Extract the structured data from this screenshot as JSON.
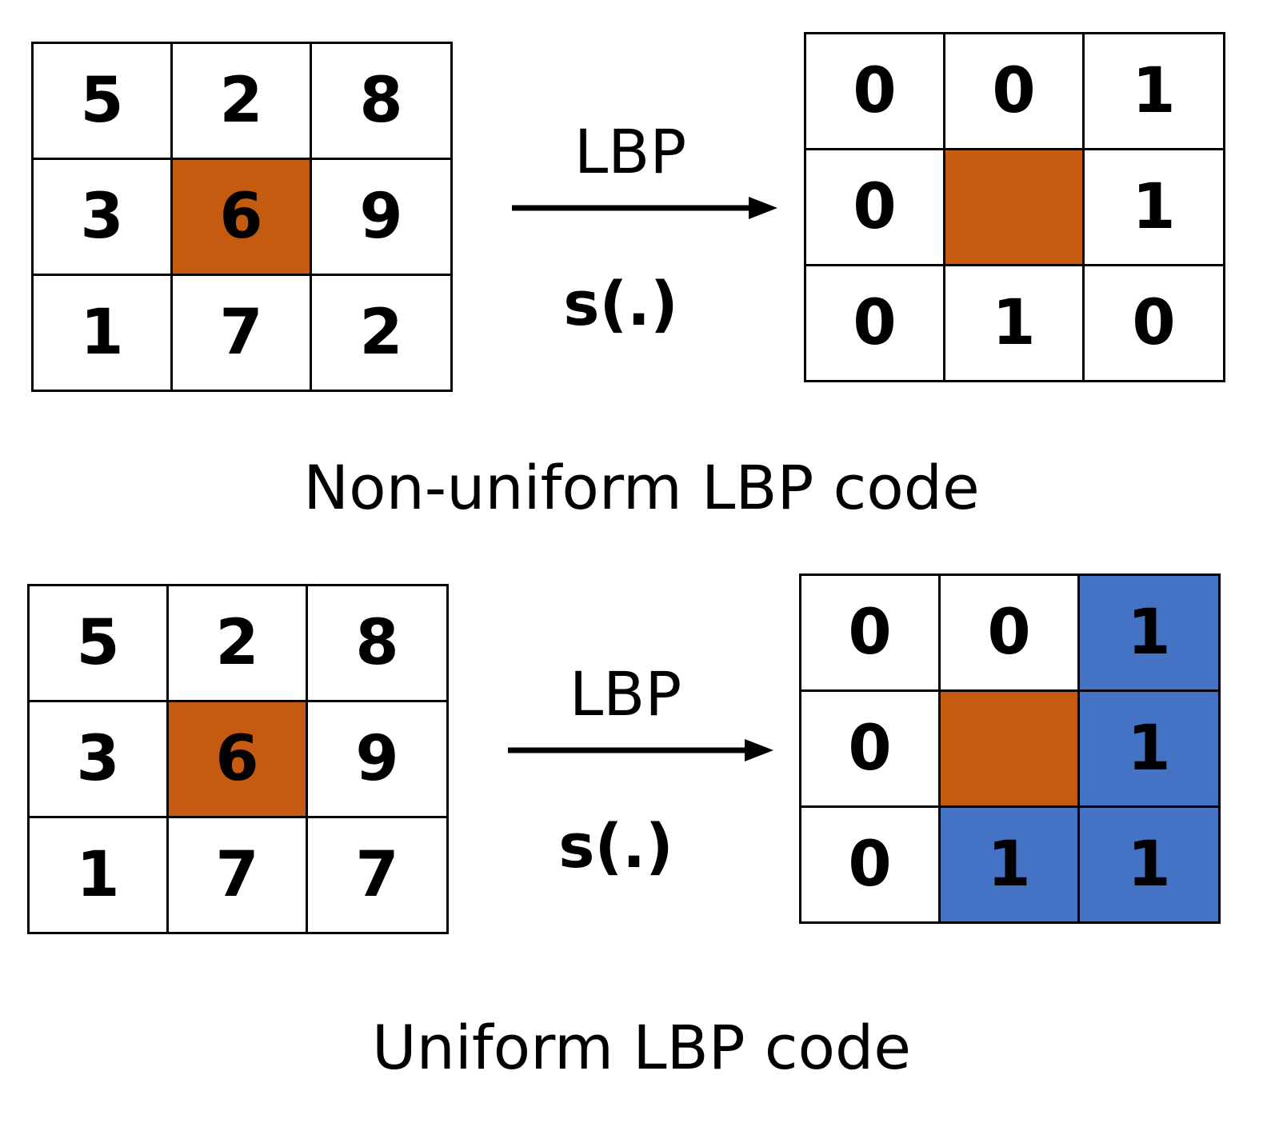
{
  "colors": {
    "center": "#C55A11",
    "uniform_highlight": "#4472C4",
    "plain": "#FFFFFF",
    "border": "#000000"
  },
  "top": {
    "input": [
      [
        "5",
        "2",
        "8"
      ],
      [
        "3",
        "6",
        "9"
      ],
      [
        "1",
        "7",
        "2"
      ]
    ],
    "output": [
      [
        "0",
        "0",
        "1"
      ],
      [
        "0",
        "",
        "1"
      ],
      [
        "0",
        "1",
        "0"
      ]
    ],
    "output_fill": [
      [
        "plain",
        "plain",
        "plain"
      ],
      [
        "plain",
        "center",
        "plain"
      ],
      [
        "plain",
        "plain",
        "plain"
      ]
    ],
    "op_label": "LBP",
    "func_label": "s(.)",
    "caption": "Non-uniform LBP code"
  },
  "bottom": {
    "input": [
      [
        "5",
        "2",
        "8"
      ],
      [
        "3",
        "6",
        "9"
      ],
      [
        "1",
        "7",
        "7"
      ]
    ],
    "output": [
      [
        "0",
        "0",
        "1"
      ],
      [
        "0",
        "",
        "1"
      ],
      [
        "0",
        "1",
        "1"
      ]
    ],
    "output_fill": [
      [
        "plain",
        "plain",
        "uniform_highlight"
      ],
      [
        "plain",
        "center",
        "uniform_highlight"
      ],
      [
        "plain",
        "uniform_highlight",
        "uniform_highlight"
      ]
    ],
    "op_label": "LBP",
    "func_label": "s(.)",
    "caption": "Uniform LBP code"
  }
}
